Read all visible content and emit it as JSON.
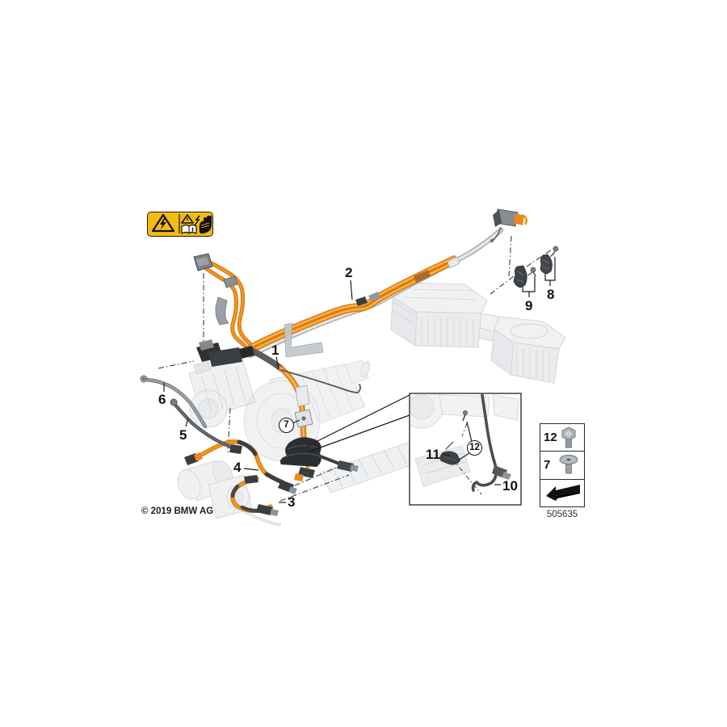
{
  "page": {
    "background": "#ffffff",
    "type": "bmw-parts-diagram"
  },
  "branding": {
    "copyright": "© 2019 BMW AG"
  },
  "diagram": {
    "number": "505635",
    "subject": "high-voltage cable harness with transmission, electric machine, battery pack and A/C compressor"
  },
  "warning_label": {
    "background": "#F2BC13",
    "icons": [
      "electric-shock-triangle-icon",
      "warning-triangle-icon",
      "manual-book-icon",
      "hand-shock-icon"
    ]
  },
  "callouts": [
    {
      "label": "1",
      "circled": false
    },
    {
      "label": "2",
      "circled": false
    },
    {
      "label": "3",
      "circled": false
    },
    {
      "label": "4",
      "circled": false
    },
    {
      "label": "5",
      "circled": false
    },
    {
      "label": "6",
      "circled": false
    },
    {
      "label": "7",
      "circled": true
    },
    {
      "label": "8",
      "circled": false
    },
    {
      "label": "9",
      "circled": false
    },
    {
      "label": "10",
      "circled": false
    },
    {
      "label": "11",
      "circled": false
    },
    {
      "label": "12",
      "circled": true
    }
  ],
  "legend": {
    "rows": [
      {
        "label": "12",
        "icon": "hex-bolt-icon"
      },
      {
        "label": "7",
        "icon": "grommet-plug-icon"
      }
    ],
    "direction_icon": "front-direction-arrow-icon"
  },
  "colors": {
    "cable_orange": "#F0921E",
    "cable_orange_dark": "#C9700A",
    "silver_tube": "#CDD1D4",
    "warning_yellow": "#F2BC13",
    "ghost_gray": "#E0E3E6"
  }
}
